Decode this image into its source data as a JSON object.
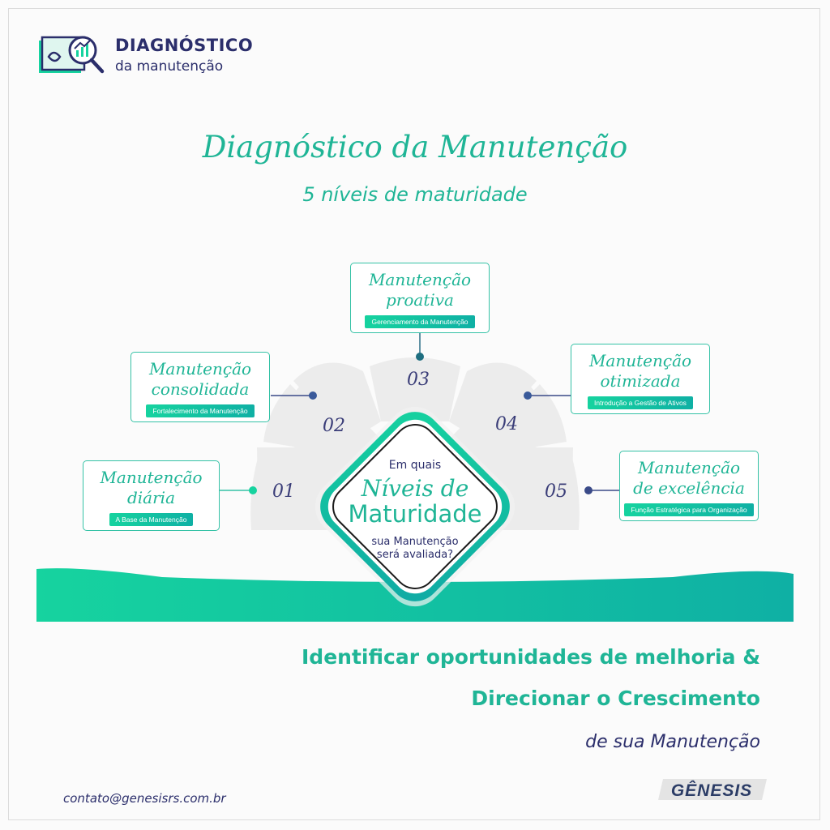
{
  "header": {
    "logo_line1": "DIAGNÓSTICO",
    "logo_line2": "da manutenção"
  },
  "title": {
    "main": "Diagnóstico da Manutenção",
    "subtitle": "5 níveis de maturidade"
  },
  "levels": [
    {
      "number": "01",
      "title1": "Manutenção",
      "title2": "diária",
      "tag": "A Base da Manutenção"
    },
    {
      "number": "02",
      "title1": "Manutenção",
      "title2": "consolidada",
      "tag": "Fortalecimento da Manutenção"
    },
    {
      "number": "03",
      "title1": "Manutenção",
      "title2": "proativa",
      "tag": "Gerenciamento da Manutenção"
    },
    {
      "number": "04",
      "title1": "Manutenção",
      "title2": "otimizada",
      "tag": "Introdução a Gestão de Ativos"
    },
    {
      "number": "05",
      "title1": "Manutenção",
      "title2": "de excelência",
      "tag": "Função Estratégica para Organização"
    }
  ],
  "center": {
    "intro": "Em quais",
    "title_line1": "Níveis de",
    "title_line2": "Maturidade",
    "foot_line1": "sua Manutenção",
    "foot_line2": "será avaliada?"
  },
  "bottom": {
    "line1": "Identificar oportunidades de melhoria &",
    "line2": "Direcionar o Crescimento",
    "line3": "de sua Manutenção"
  },
  "footer": {
    "contact": "contato@genesisrs.com.br",
    "brand": "GÊNESIS"
  },
  "colors": {
    "accent": "#1fb596",
    "navy": "#2b2e6b",
    "segment": "#ececec"
  },
  "icons": [
    "diagnosis-logo-icon",
    "magnifier-chart-icon"
  ]
}
